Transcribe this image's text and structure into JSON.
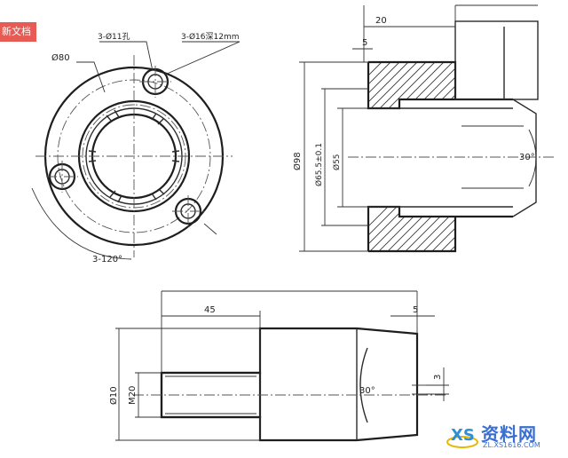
{
  "badge": {
    "text": "新文档",
    "color": "#e65c55"
  },
  "flange_view": {
    "dia_80": "Ø80",
    "holes_11": "3-Ø11孔",
    "counterbore_16": "3-Ø16深12mm",
    "angle_120": "3-120°"
  },
  "section_view": {
    "len_20": "20",
    "len_5": "5",
    "dia_98": "Ø98",
    "dia_65": "Ø65.5±0.1",
    "dia_55": "Ø55",
    "angle_30": "30°"
  },
  "bottom_view": {
    "len_45": "45",
    "len_5": "5",
    "dia_10": "Ø10",
    "thread_m20": "M20",
    "angle_30": "30°",
    "slot_3": "3"
  },
  "watermark": {
    "logo_text": "XS",
    "name": "资料网",
    "url": "ZL.XS1616.COM",
    "color": "#3a6fd0"
  }
}
